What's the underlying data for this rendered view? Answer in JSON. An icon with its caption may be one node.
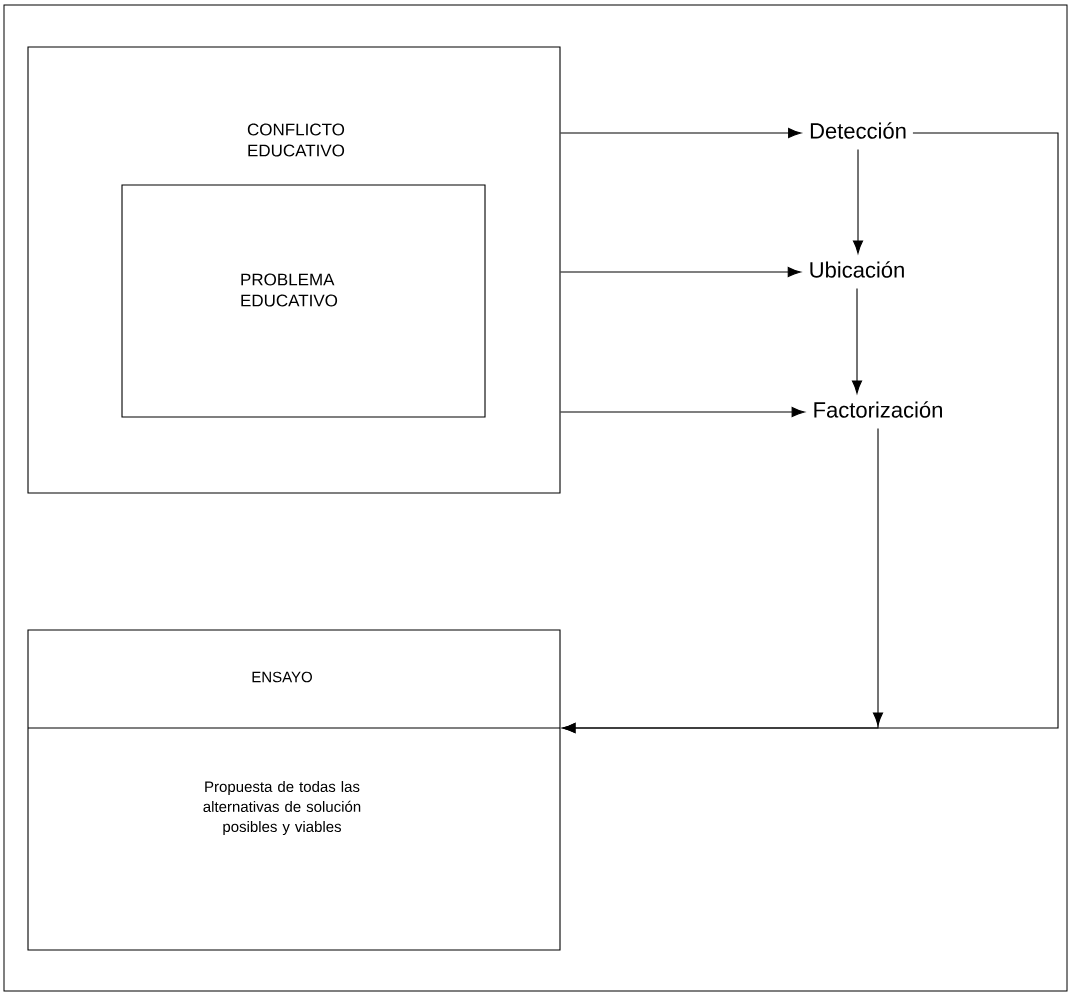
{
  "diagram": {
    "nodes": [
      {
        "text": [
          "CONFLICTO EDUCATIVO"
        ]
      },
      {
        "text": [
          "PROBLEMA EDUCATIVO"
        ],
        "in": 0
      },
      {
        "text": [
          "Detección"
        ]
      },
      {
        "text": [
          "Ubicación"
        ]
      },
      {
        "text": [
          "Factorización"
        ]
      },
      {
        "text": [
          "ENSAYO",
          "Propuesta de todas las alternativas de solución posibles y viables"
        ]
      }
    ],
    "edges": [
      {
        "from": 0,
        "to": 2,
        "arrow": "to"
      },
      {
        "from": 0,
        "to": 3,
        "arrow": "to"
      },
      {
        "from": 0,
        "to": 4,
        "arrow": "to"
      },
      {
        "from": 2,
        "to": 3,
        "arrow": "to"
      },
      {
        "from": 3,
        "to": 4,
        "arrow": "to"
      },
      {
        "from": 2,
        "to": 5,
        "arrow": "to"
      },
      {
        "from": 4,
        "to": 5,
        "arrow": "to"
      }
    ]
  }
}
